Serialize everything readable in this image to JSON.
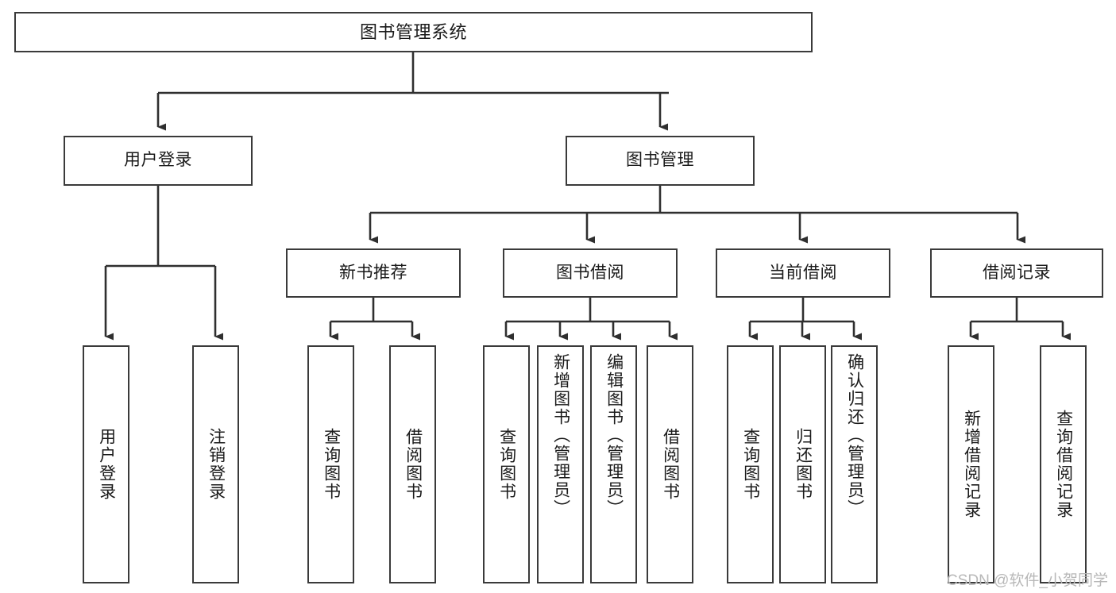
{
  "diagram": {
    "title": "图书管理系统",
    "type": "tree-hierarchy-chart",
    "watermark": "CSDN @软件_小贺同学",
    "colors": {
      "box_border": "#3a3a3a",
      "box_fill": "#ffffff",
      "connector": "#2f2f2f",
      "text": "#1a1a1a",
      "watermark": "#b8b8b8",
      "background": "#ffffff"
    },
    "root": {
      "label": "图书管理系统"
    },
    "level1": [
      {
        "label": "用户登录"
      },
      {
        "label": "图书管理"
      }
    ],
    "level2": [
      {
        "label": "新书推荐"
      },
      {
        "label": "图书借阅"
      },
      {
        "label": "当前借阅"
      },
      {
        "label": "借阅记录"
      }
    ],
    "leaves": {
      "user_login": [
        {
          "label": "用户登录"
        },
        {
          "label": "注销登录"
        }
      ],
      "new_book_recommend": [
        {
          "label": "查询图书"
        },
        {
          "label": "借阅图书"
        }
      ],
      "book_borrow": [
        {
          "label": "查询图书"
        },
        {
          "label": "新增图书（管理员）"
        },
        {
          "label": "编辑图书（管理员）"
        },
        {
          "label": "借阅图书"
        }
      ],
      "current_borrow": [
        {
          "label": "查询图书"
        },
        {
          "label": "归还图书"
        },
        {
          "label": "确认归还（管理员）"
        }
      ],
      "borrow_record": [
        {
          "label": "新增借阅记录"
        },
        {
          "label": "查询借阅记录"
        }
      ]
    }
  }
}
